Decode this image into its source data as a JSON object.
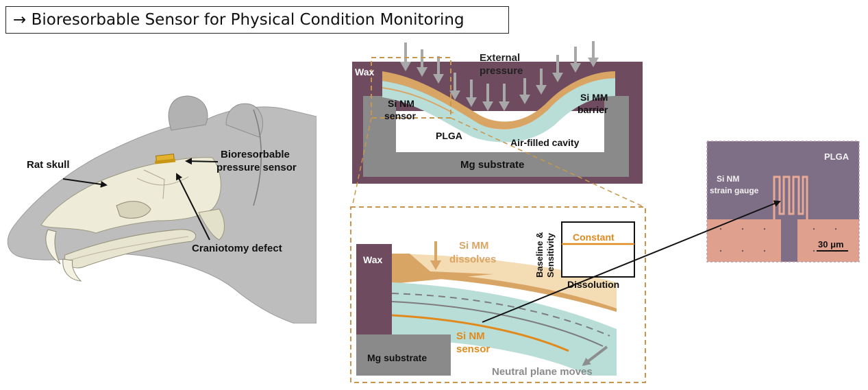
{
  "title": "→ Bioresorbable Sensor for Physical Condition Monitoring",
  "colors": {
    "wax": "#6e4b5e",
    "mg_substrate": "#8a8a8a",
    "plga": "#b9ded8",
    "si_mm": "#d9a565",
    "si_mm_light": "#f4dcb5",
    "orange": "#e08a1e",
    "arrow_gray": "#a8a8a8",
    "rat_body": "#b7b7b7",
    "skull": "#ece9d6",
    "micrograph_purple": "#7f6f86",
    "micrograph_pink": "#e0a08e"
  },
  "rat": {
    "label_skull": "Rat skull",
    "label_sensor_line1": "Bioresorbable",
    "label_sensor_line2": "pressure sensor",
    "label_defect": "Craniotomy defect"
  },
  "cross_section": {
    "wax": "Wax",
    "external_line1": "External",
    "external_line2": "pressure",
    "si_nm_line1": "Si NM",
    "si_nm_line2": "sensor",
    "si_mm_line1": "Si MM",
    "si_mm_line2": "barrier",
    "plga": "PLGA",
    "cavity": "Air-filled cavity",
    "substrate": "Mg substrate"
  },
  "zoom": {
    "wax": "Wax",
    "dissolves_line1": "Si MM",
    "dissolves_line2": "dissolves",
    "sensor_line1": "Si NM",
    "sensor_line2": "sensor",
    "substrate": "Mg substrate",
    "neutral": "Neutral plane moves",
    "axis_line1": "Baseline &",
    "axis_line2": "Sensitivity",
    "constant": "Constant",
    "dissolution": "Dissolution"
  },
  "micrograph": {
    "plga": "PLGA",
    "gauge_line1": "Si NM",
    "gauge_line2": "strain gauge",
    "scale": "30 μm"
  }
}
